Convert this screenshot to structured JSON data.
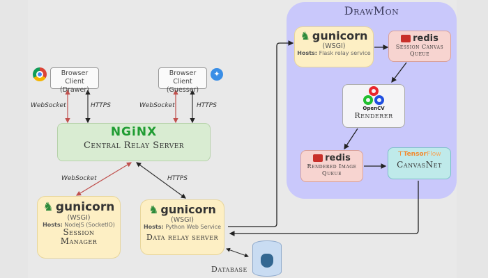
{
  "diagram": {
    "clients": [
      {
        "label_line1": "Browser Client",
        "label_line2": "(Drawer)",
        "icon": "chrome-icon"
      },
      {
        "label_line1": "Browser Client",
        "label_line2": "(Guesser)",
        "icon": "safari-icon"
      }
    ],
    "protocols": {
      "websocket": "WebSocket",
      "https": "HTTPS"
    },
    "nginx": {
      "logo": "NGiNX",
      "title": "Central Relay Server"
    },
    "session_manager": {
      "logo": "gunicorn",
      "wsgi": "(WSGI)",
      "hosts_label": "Hosts:",
      "hosts_value": "NodeJS (SocketIO)",
      "title_line1": "Session",
      "title_line2": "Manager"
    },
    "data_relay": {
      "logo": "gunicorn",
      "wsgi": "(WSGI)",
      "hosts_label": "Hosts:",
      "hosts_value": "Python Web Service",
      "title": "Data relay server"
    },
    "database": {
      "label": "Database",
      "icon": "postgresql-elephant-icon"
    },
    "drawmon": {
      "title": "DrawMon",
      "flask": {
        "logo": "gunicorn",
        "wsgi": "(WSGI)",
        "hosts_label": "Hosts:",
        "hosts_value": "Flask relay service"
      },
      "session_queue": {
        "logo": "redis",
        "title_line1": "Session Canvas",
        "title_line2": "Queue"
      },
      "renderer": {
        "logo": "OpenCV",
        "title": "Renderer"
      },
      "rendered_queue": {
        "logo": "redis",
        "title_line1": "Rendered Image",
        "title_line2": "Queue"
      },
      "canvasnet": {
        "logo_part1": "Tensor",
        "logo_part2": "Flow",
        "title": "CanvasNet"
      }
    },
    "colors": {
      "websocket_arrow": "#c0504d",
      "https_arrow": "#333333",
      "nginx_green": "#1f9c32",
      "drawmon_bg": "#c9c8fb",
      "gunicorn_bg": "#fdefc4",
      "redis_bg": "#f7d4d0",
      "tensorflow_bg": "#bfeaea",
      "nginx_bg": "#d9ecd2"
    }
  }
}
